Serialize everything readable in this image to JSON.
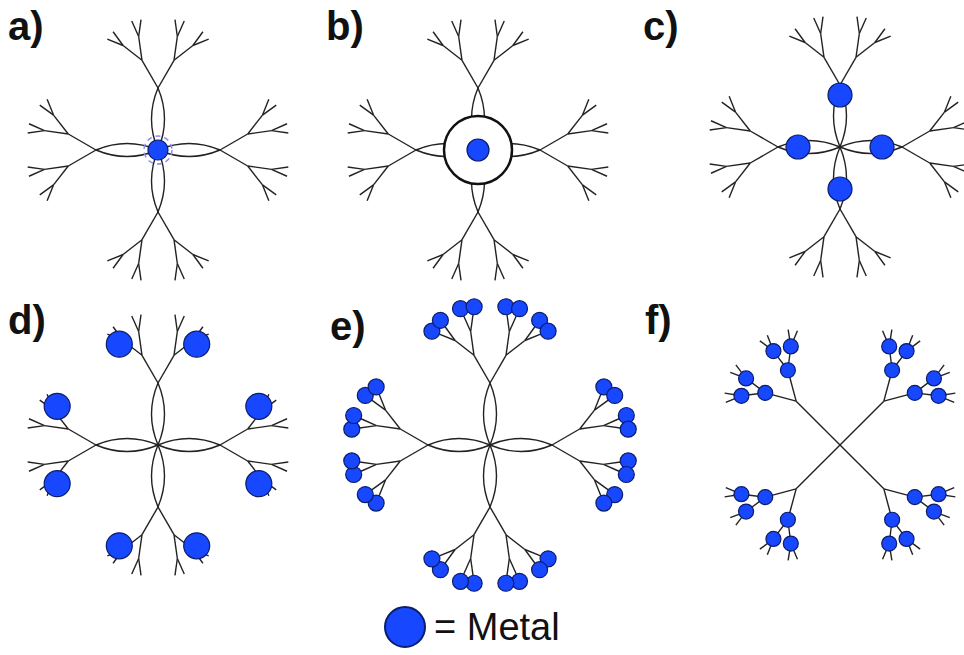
{
  "diagram": {
    "labels": [
      "a)",
      "b)",
      "c)",
      "d)",
      "e)",
      "f)"
    ],
    "legend": [
      {
        "text": "= Metal",
        "color": "#1747ff"
      }
    ]
  }
}
